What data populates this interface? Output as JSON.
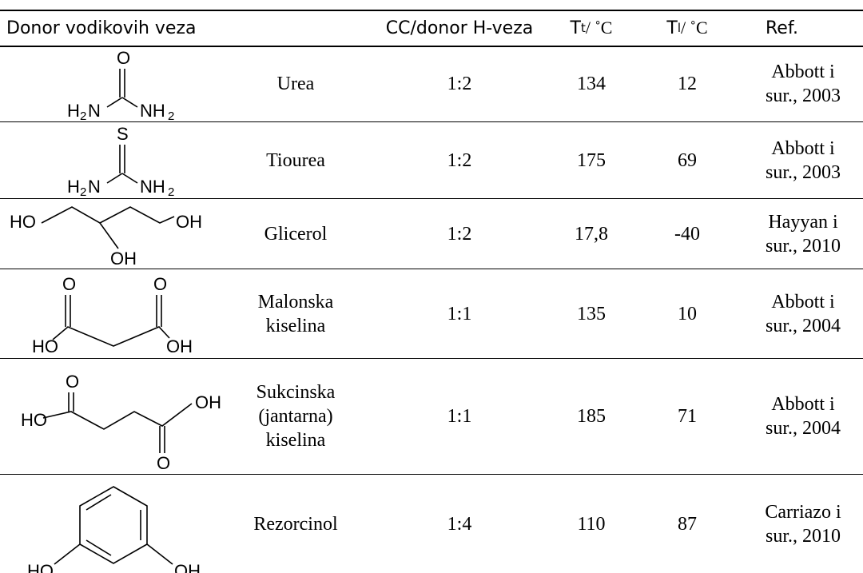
{
  "header": {
    "col_donor": "Donor vodikovih veza",
    "col_ratio": "CC/donor H-veza",
    "col_tt": "T",
    "col_tt_sub": "t",
    "col_tl": "T",
    "col_tl_sub": "l",
    "col_unit": " / ˚C",
    "col_ref": "Ref."
  },
  "rows": [
    {
      "name": [
        "Urea"
      ],
      "ratio": "1:2",
      "tt": "134",
      "tl": "12",
      "ref": [
        "Abbott i",
        "sur., 2003"
      ],
      "structure": {
        "atoms": [
          "O",
          "H",
          "2",
          "N",
          "NH",
          "2"
        ]
      }
    },
    {
      "name": [
        "Tiourea"
      ],
      "ratio": "1:2",
      "tt": "175",
      "tl": "69",
      "ref": [
        "Abbott i",
        "sur., 2003"
      ],
      "structure": {
        "atoms": [
          "S",
          "H",
          "2",
          "N",
          "NH",
          "2"
        ]
      }
    },
    {
      "name": [
        "Glicerol"
      ],
      "ratio": "1:2",
      "tt": "17,8",
      "tl": "-40",
      "ref": [
        "Hayyan i",
        "sur., 2010"
      ],
      "structure": {
        "atoms": [
          "HO",
          "OH",
          "OH"
        ]
      }
    },
    {
      "name": [
        "Malonska",
        "kiselina"
      ],
      "ratio": "1:1",
      "tt": "135",
      "tl": "10",
      "ref": [
        "Abbott i",
        "sur., 2004"
      ],
      "structure": {
        "atoms": [
          "O",
          "O",
          "HO",
          "OH"
        ]
      }
    },
    {
      "name": [
        "Sukcinska",
        "(jantarna)",
        "kiselina"
      ],
      "ratio": "1:1",
      "tt": "185",
      "tl": "71",
      "ref": [
        "Abbott i",
        "sur., 2004"
      ],
      "structure": {
        "atoms": [
          "O",
          "OH",
          "HO",
          "O"
        ]
      }
    },
    {
      "name": [
        "Rezorcinol"
      ],
      "ratio": "1:4",
      "tt": "110",
      "tl": "87",
      "ref": [
        "Carriazo i",
        "sur., 2010"
      ],
      "structure": {
        "atoms": [
          "HO",
          "OH"
        ]
      }
    }
  ]
}
